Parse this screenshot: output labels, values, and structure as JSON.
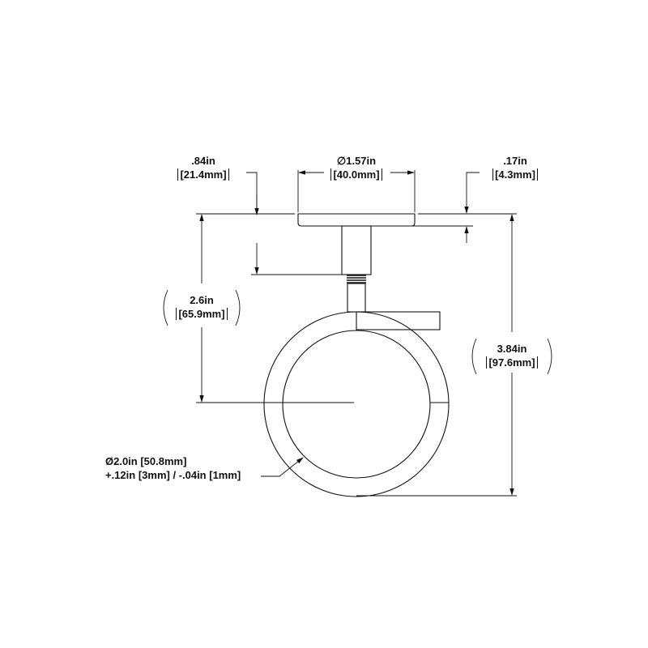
{
  "dimensions": {
    "stem_length": {
      "in": ".84in",
      "mm": "[21.4mm]"
    },
    "plate_diameter": {
      "in": "∅1.57in",
      "mm": "[40.0mm]"
    },
    "plate_thickness": {
      "in": ".17in",
      "mm": "[4.3mm]"
    },
    "ring_center_drop": {
      "in": "2.6in",
      "mm": "[65.9mm]"
    },
    "overall_height": {
      "in": "3.84in",
      "mm": "[97.6mm]"
    },
    "ring_diameter": {
      "line1": "Ø2.0in [50.8mm]",
      "line2": "+.12in [3mm] / -.04in [1mm]"
    }
  }
}
